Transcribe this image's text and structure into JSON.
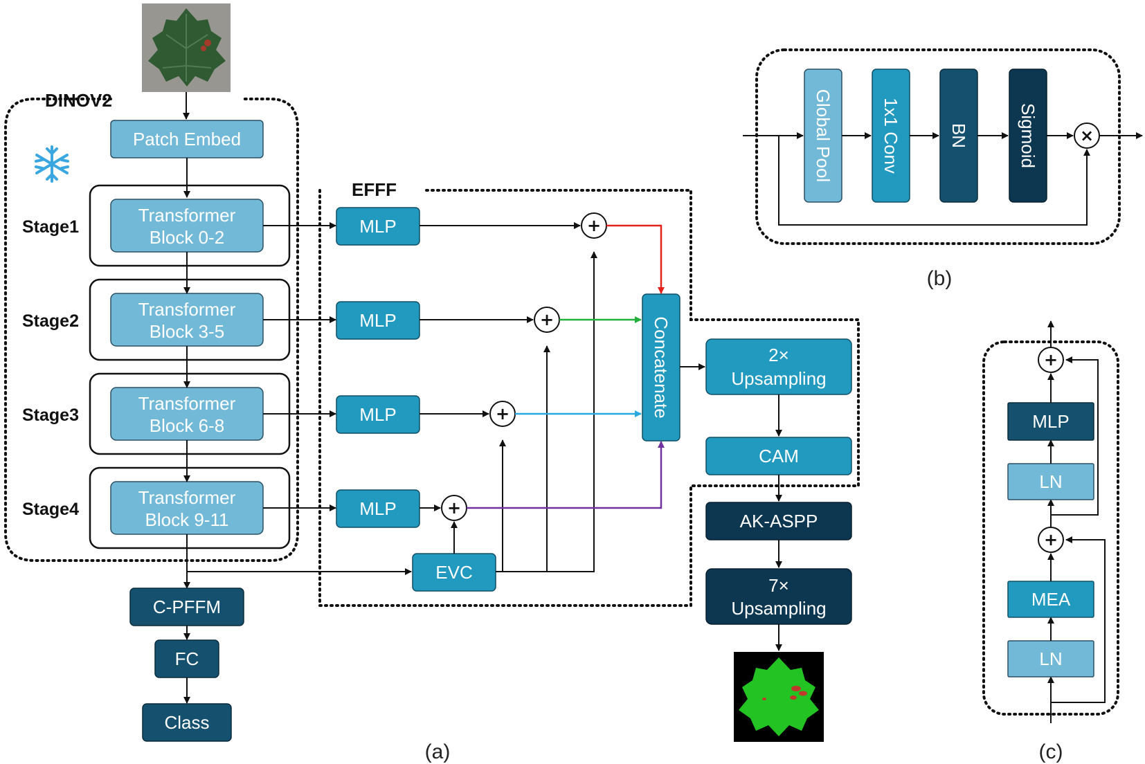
{
  "colors": {
    "light_blue": "#72b9d8",
    "mid_blue": "#2299bf",
    "dark_blue": "#15516e",
    "navy": "#0d3650",
    "red_line": "#e3211b",
    "green_line": "#22b03a",
    "cyan_line": "#29a9e0",
    "purple_line": "#7030a0",
    "leaf_green": "#22c322",
    "lesion_red": "#c0392b"
  },
  "panel_a": {
    "label": "(a)",
    "dinov2": {
      "title": "DINOV2",
      "frozen_icon": "snowflake-icon",
      "patch_embed": "Patch Embed",
      "stages": [
        {
          "label": "Stage1",
          "block_line1": "Transformer",
          "block_line2": "Block 0-2"
        },
        {
          "label": "Stage2",
          "block_line1": "Transformer",
          "block_line2": "Block 3-5"
        },
        {
          "label": "Stage3",
          "block_line1": "Transformer",
          "block_line2": "Block 6-8"
        },
        {
          "label": "Stage4",
          "block_line1": "Transformer",
          "block_line2": "Block 9-11"
        }
      ]
    },
    "classification_head": {
      "cpffm": "C-PFFM",
      "fc": "FC",
      "class": "Class"
    },
    "efff": {
      "title": "EFFF",
      "mlp": [
        "MLP",
        "MLP",
        "MLP",
        "MLP"
      ],
      "evc": "EVC",
      "concatenate": "Concatenate",
      "upsample2_line1": "2×",
      "upsample2_line2": "Upsampling",
      "cam": "CAM"
    },
    "decoder": {
      "akaspp": "AK-ASPP",
      "upsample7_line1": "7×",
      "upsample7_line2": "Upsampling"
    },
    "operator_plus": "+"
  },
  "panel_b": {
    "label": "(b)",
    "blocks": [
      "Global Pool",
      "1x1 Conv",
      "BN",
      "Sigmoid"
    ],
    "operator_multiply": "×"
  },
  "panel_c": {
    "label": "(c)",
    "blocks": [
      "MLP",
      "LN",
      "MEA",
      "LN"
    ],
    "operator_plus": "+"
  }
}
